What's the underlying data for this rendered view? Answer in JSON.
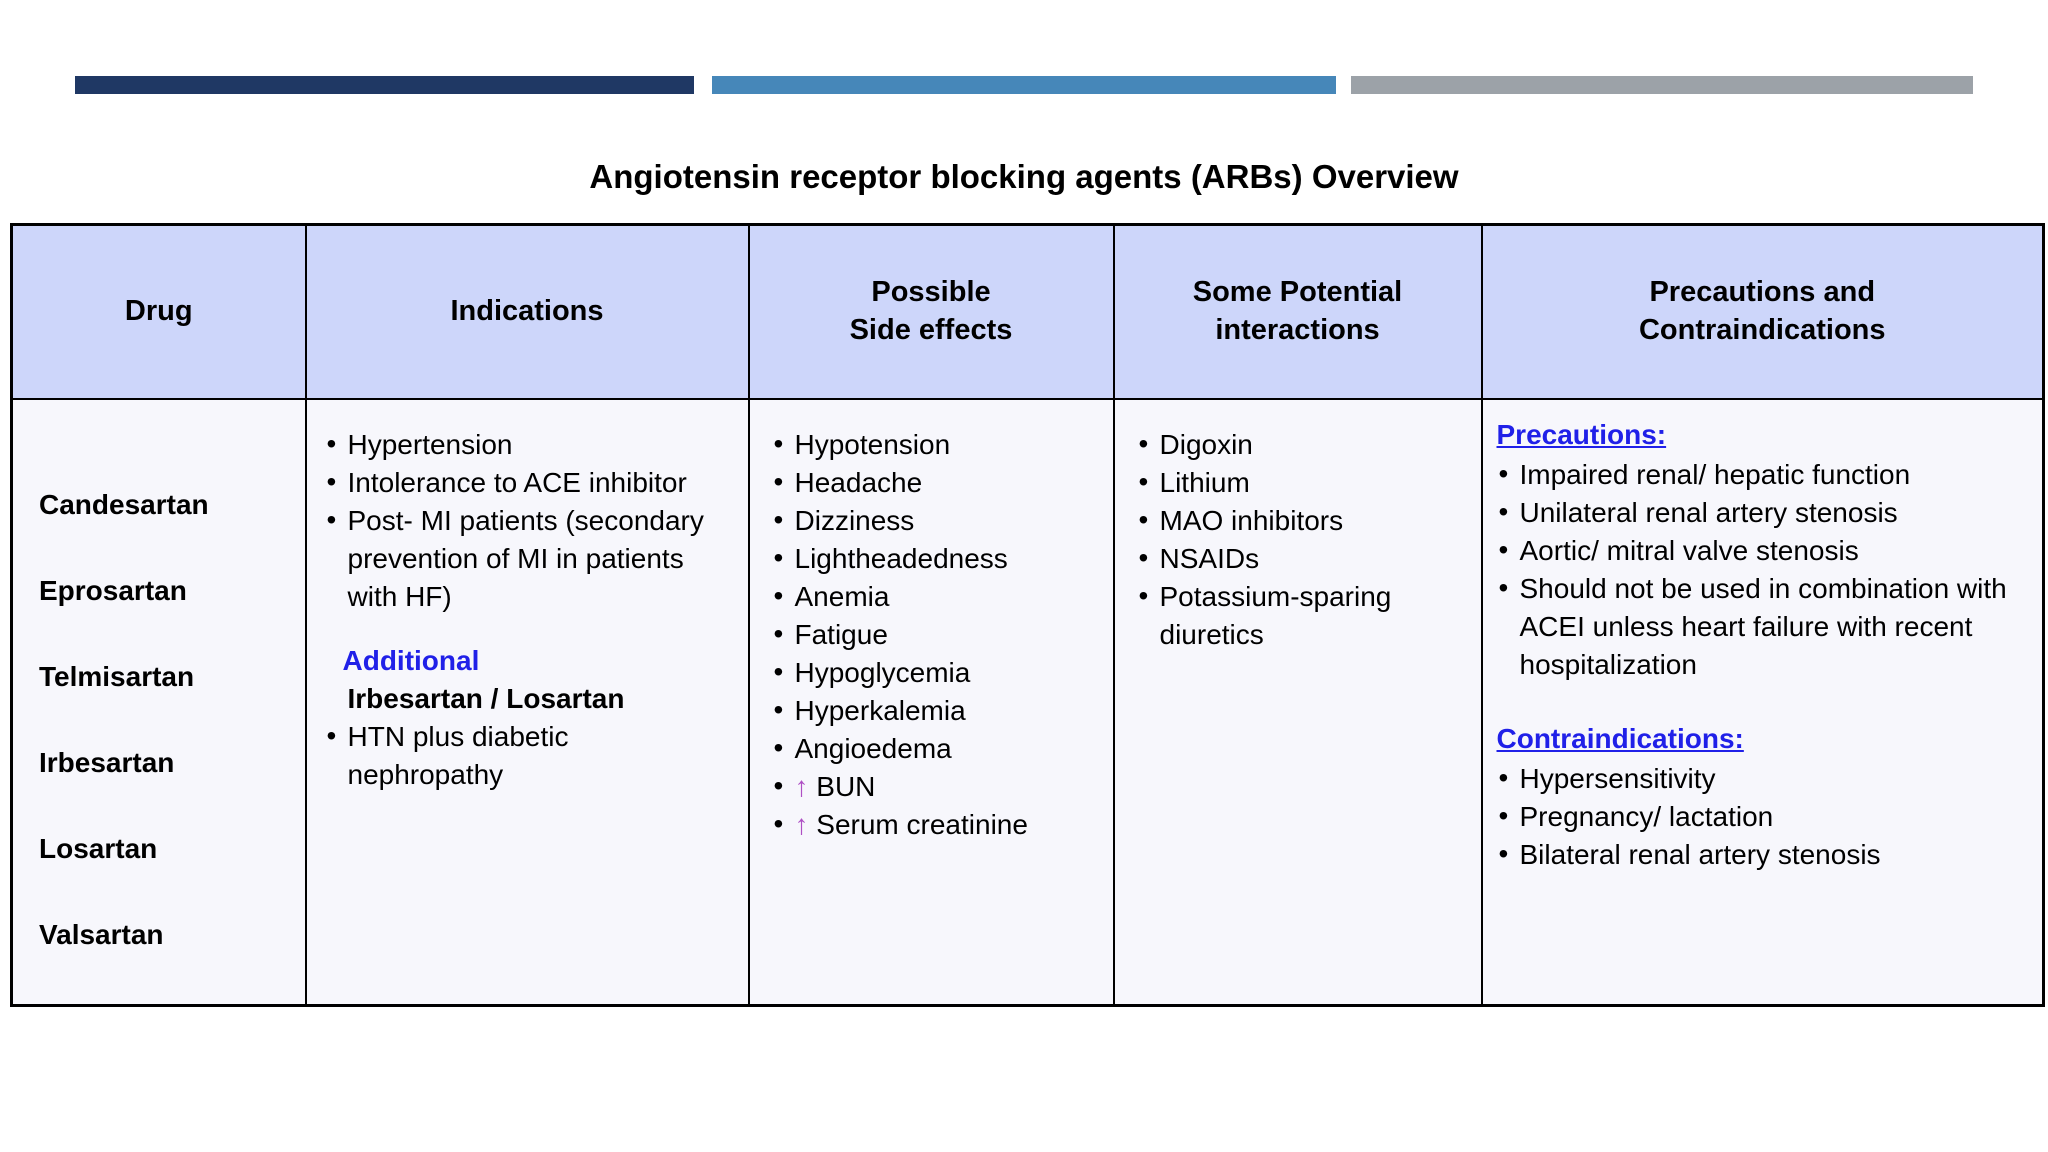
{
  "title": "Angiotensin receptor blocking agents (ARBs) Overview",
  "accent_bars": {
    "navy": "#1F3864",
    "blue": "#4687B9",
    "gray": "#9CA2A8"
  },
  "colors": {
    "header_bg": "#CDD6FA",
    "body_bg": "#F7F7FC",
    "border": "#000000",
    "text": "#000000",
    "heading_blue": "#2020E8",
    "arrow_magenta": "#AE4FC4"
  },
  "table": {
    "headers": [
      "Drug",
      "Indications",
      "Possible\nSide effects",
      "Some Potential\ninteractions",
      "Precautions and\nContraindications"
    ],
    "drugs": [
      "Candesartan",
      "Eprosartan",
      "Telmisartan",
      "Irbesartan",
      "Losartan",
      "Valsartan"
    ],
    "indications": {
      "bullets": [
        "Hypertension",
        "Intolerance to ACE inhibitor",
        "Post- MI patients (secondary prevention of MI in patients with HF)"
      ],
      "additional_label": "Additional",
      "additional_drugs": "Irbesartan / Losartan",
      "additional_bullets": [
        "HTN plus diabetic nephropathy"
      ]
    },
    "side_effects": [
      {
        "prefix": "",
        "text": "Hypotension"
      },
      {
        "prefix": "",
        "text": "Headache"
      },
      {
        "prefix": "",
        "text": "Dizziness"
      },
      {
        "prefix": "",
        "text": "Lightheadedness"
      },
      {
        "prefix": "",
        "text": "Anemia"
      },
      {
        "prefix": "",
        "text": "Fatigue"
      },
      {
        "prefix": "",
        "text": "Hypoglycemia"
      },
      {
        "prefix": "",
        "text": "Hyperkalemia"
      },
      {
        "prefix": "",
        "text": "Angioedema"
      },
      {
        "prefix": "↑ ",
        "text": "BUN"
      },
      {
        "prefix": "↑ ",
        "text": "Serum creatinine"
      }
    ],
    "interactions": [
      "Digoxin",
      "Lithium",
      "MAO inhibitors",
      "NSAIDs",
      "Potassium-sparing diuretics"
    ],
    "precautions": {
      "heading": "Precautions:",
      "items": [
        "Impaired renal/ hepatic function",
        "Unilateral renal artery stenosis",
        "Aortic/ mitral valve stenosis",
        "Should not be used in combination with ACEI unless heart failure with recent hospitalization"
      ],
      "contra_heading": "Contraindications:",
      "contra_items": [
        "Hypersensitivity",
        "Pregnancy/ lactation",
        "Bilateral renal artery stenosis"
      ]
    }
  }
}
